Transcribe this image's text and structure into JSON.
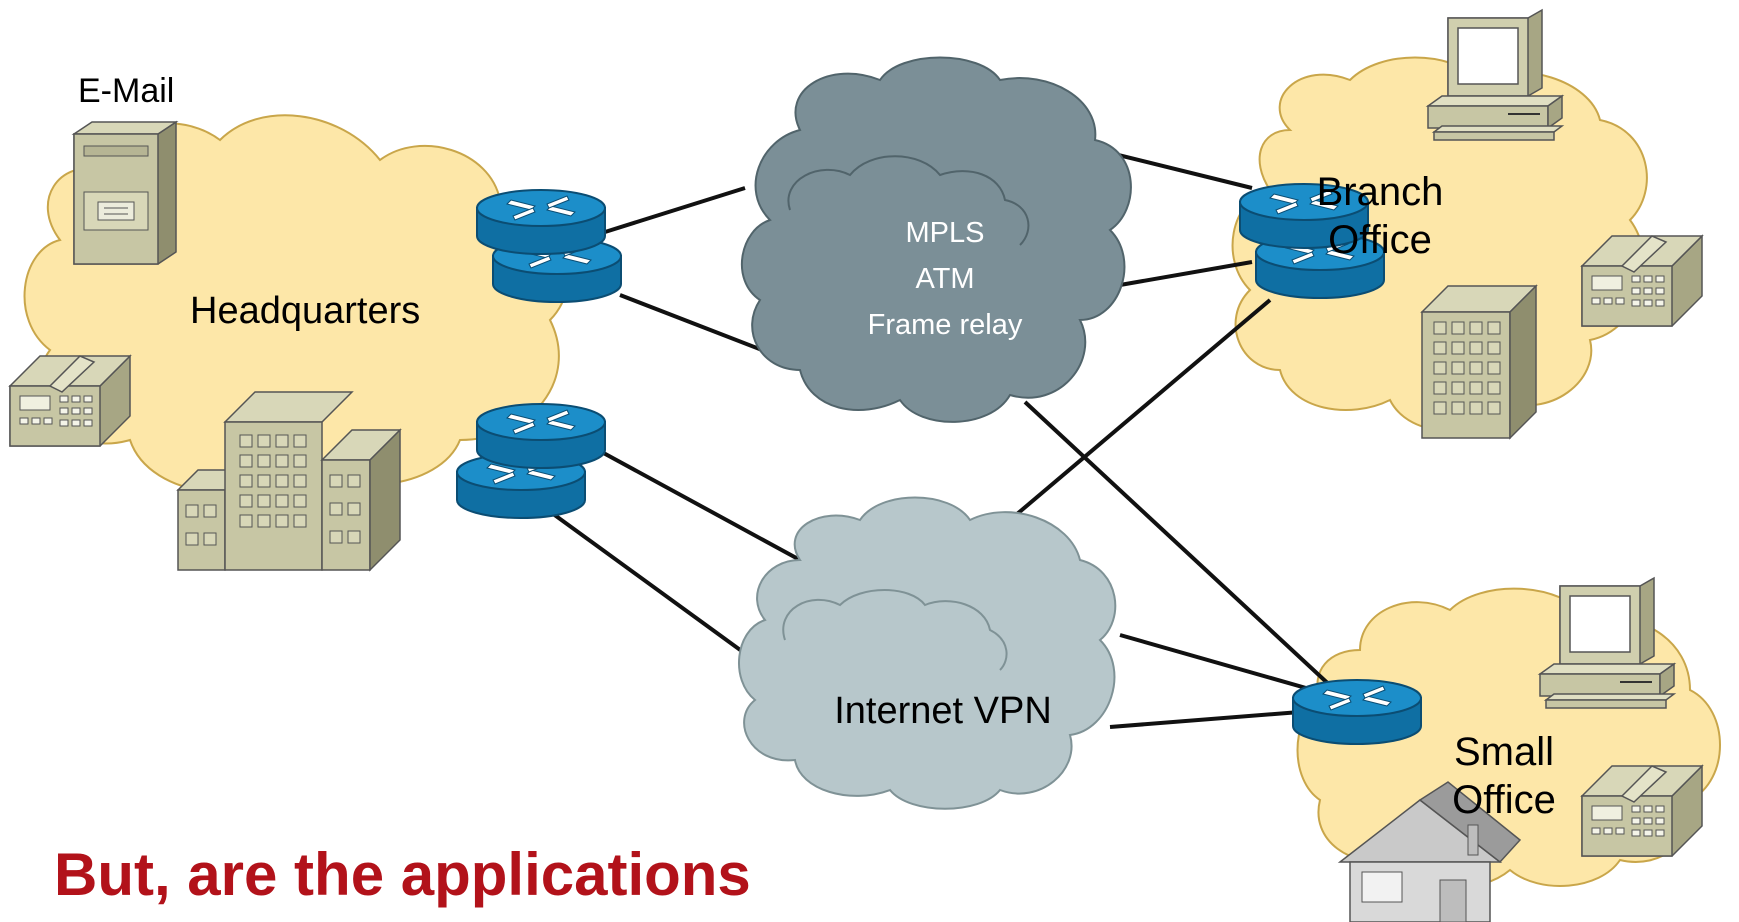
{
  "labels": {
    "email": "E-Mail",
    "headquarters": "Headquarters",
    "branch_line1": "Branch",
    "branch_line2": "Office",
    "small_line1": "Small",
    "small_line2": "Office",
    "wan_line1": "MPLS",
    "wan_line2": "ATM",
    "wan_line3": "Frame relay",
    "vpn": "Internet VPN"
  },
  "headline": "But, are the applications",
  "colors": {
    "site_cloud": "#fde7a8",
    "wan_cloud": "#7b8f97",
    "vpn_cloud": "#b7c7cb",
    "router": "#1c8ec9",
    "headline": "#b2121a",
    "device": "#c7c6a4"
  },
  "icons": [
    "server-icon",
    "phone-icon",
    "building-icon",
    "router-icon",
    "computer-icon",
    "house-icon"
  ]
}
